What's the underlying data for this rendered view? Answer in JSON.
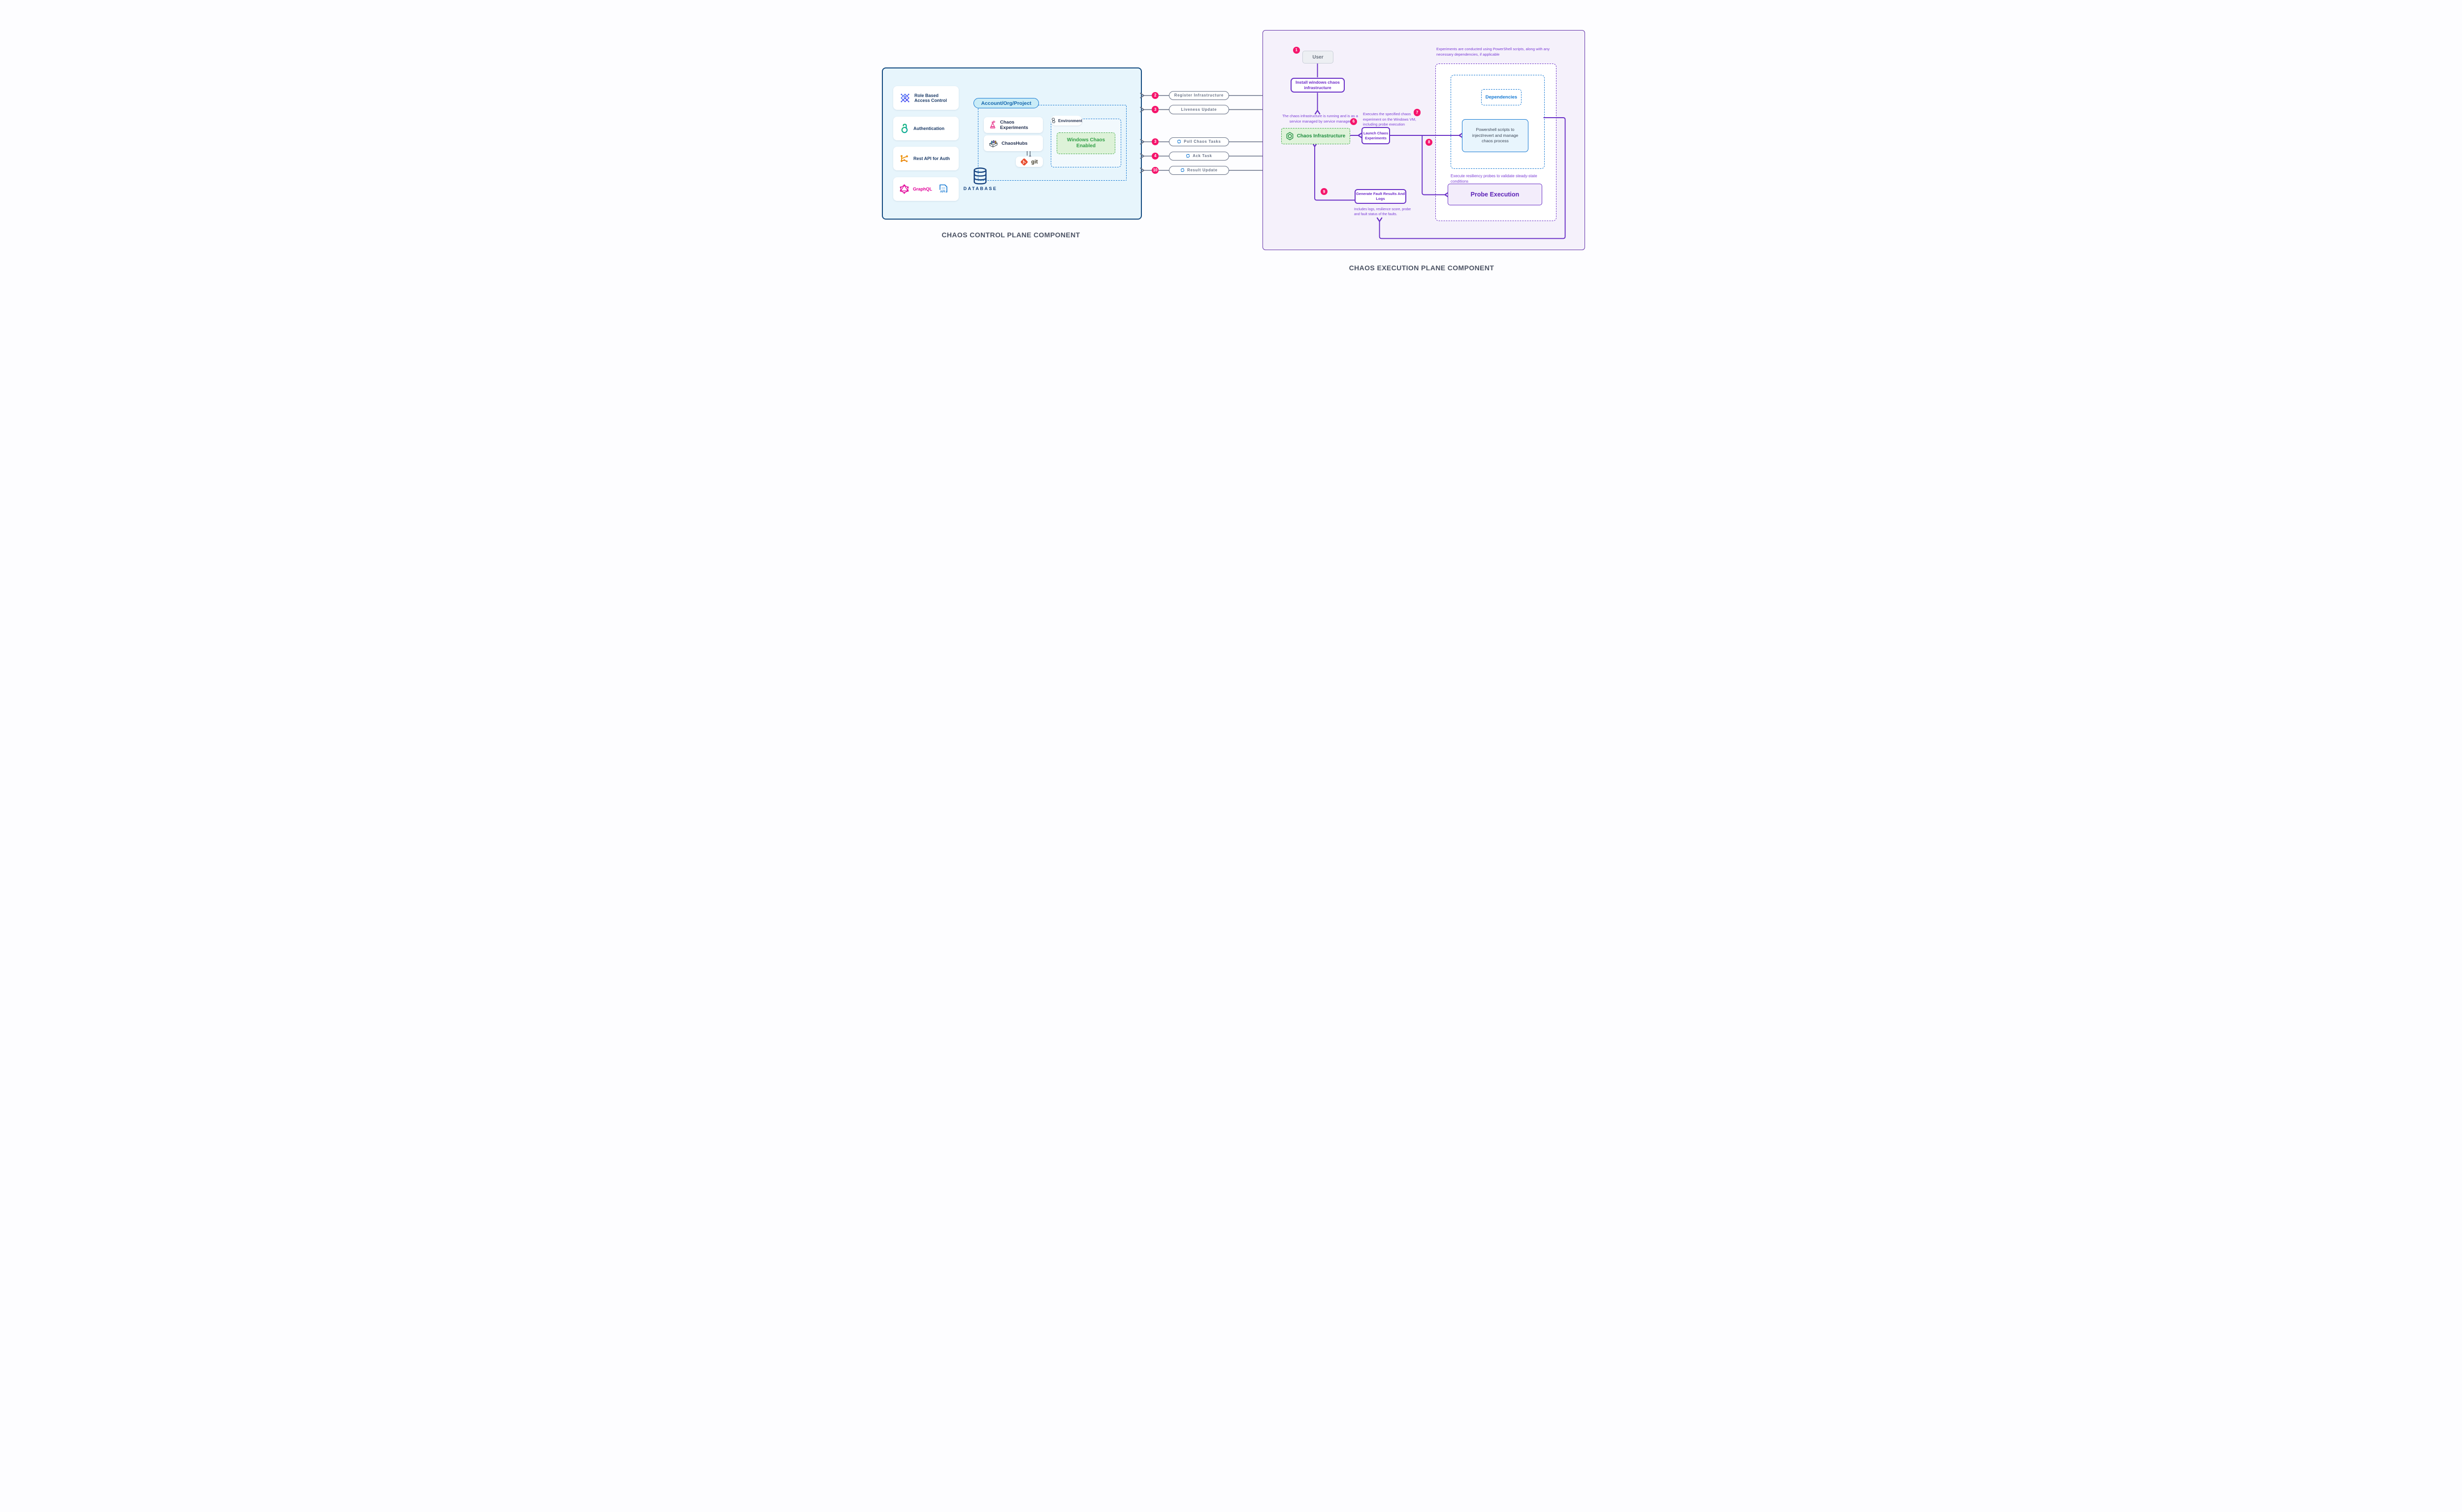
{
  "colors": {
    "badge_pink": "#f5156c",
    "purple_accent": "#6a30c6",
    "blue_accent": "#1478d2",
    "green_accent": "#2f9e44",
    "navy": "#14417e",
    "gray_connector": "#667085"
  },
  "control_plane": {
    "title": "CHAOS CONTROL PLANE COMPONENT",
    "cards": [
      {
        "label": "Role Based Access Control",
        "icon": "rbac-icon"
      },
      {
        "label": "Authentication",
        "icon": "auth-icon"
      },
      {
        "label": "Rest API for Auth",
        "icon": "rest-api-icon"
      },
      {
        "label": "GraphQL",
        "icon": "graphql-icon",
        "api_icon_label": "API"
      }
    ],
    "account_pill": "Account/Org/Project",
    "chaos_experiments": "Chaos Experiments",
    "chaoshubs": "ChaosHubs",
    "git_label": "git",
    "environment_label": "Environment",
    "windows_chaos_enabled": "Windows Chaos Enabled",
    "database_label": "DATABASE"
  },
  "connectors": [
    {
      "num": "2",
      "label": "Register Infrastructure"
    },
    {
      "num": "3",
      "label": "Liveness Update"
    },
    {
      "num": "3",
      "label": "Poll Chaos Tasks"
    },
    {
      "num": "4",
      "label": "Ack Task"
    },
    {
      "num": "10",
      "label": "Result Update"
    }
  ],
  "execution_plane": {
    "title": "CHAOS EXECUTION PLANE COMPONENT",
    "badges": {
      "user": "1",
      "infra": "6",
      "launch": "7",
      "scripts": "8",
      "generate": "9"
    },
    "user_label": "User",
    "install_label": "Install windows chaos infrastructure",
    "infra_note": "The chaos infrastructure is running and is as a service managed by service manager",
    "chaos_infrastructure_label": "Chaos Infrastructure",
    "launch_label": "Launch Chaos Experiments",
    "executes_note": "Executes the specified chaos experiment on the Windows VM, including probe execution",
    "top_note": "Experiments are conducted using PowerShell scripts, along with any necessary dependencies, if applicable",
    "dependencies_label": "Dependencies",
    "powershell_label": "Powershell scripts to inject/revert and manage chaos process",
    "probe_note": "Execute resiliency probes to validate steady-state conditions",
    "probe_execution_label": "Probe Execution",
    "generate_label": "Generate Fault Results And Logs",
    "includes_note": "Includes logs, resilience score, probe and fault status of the faults."
  }
}
